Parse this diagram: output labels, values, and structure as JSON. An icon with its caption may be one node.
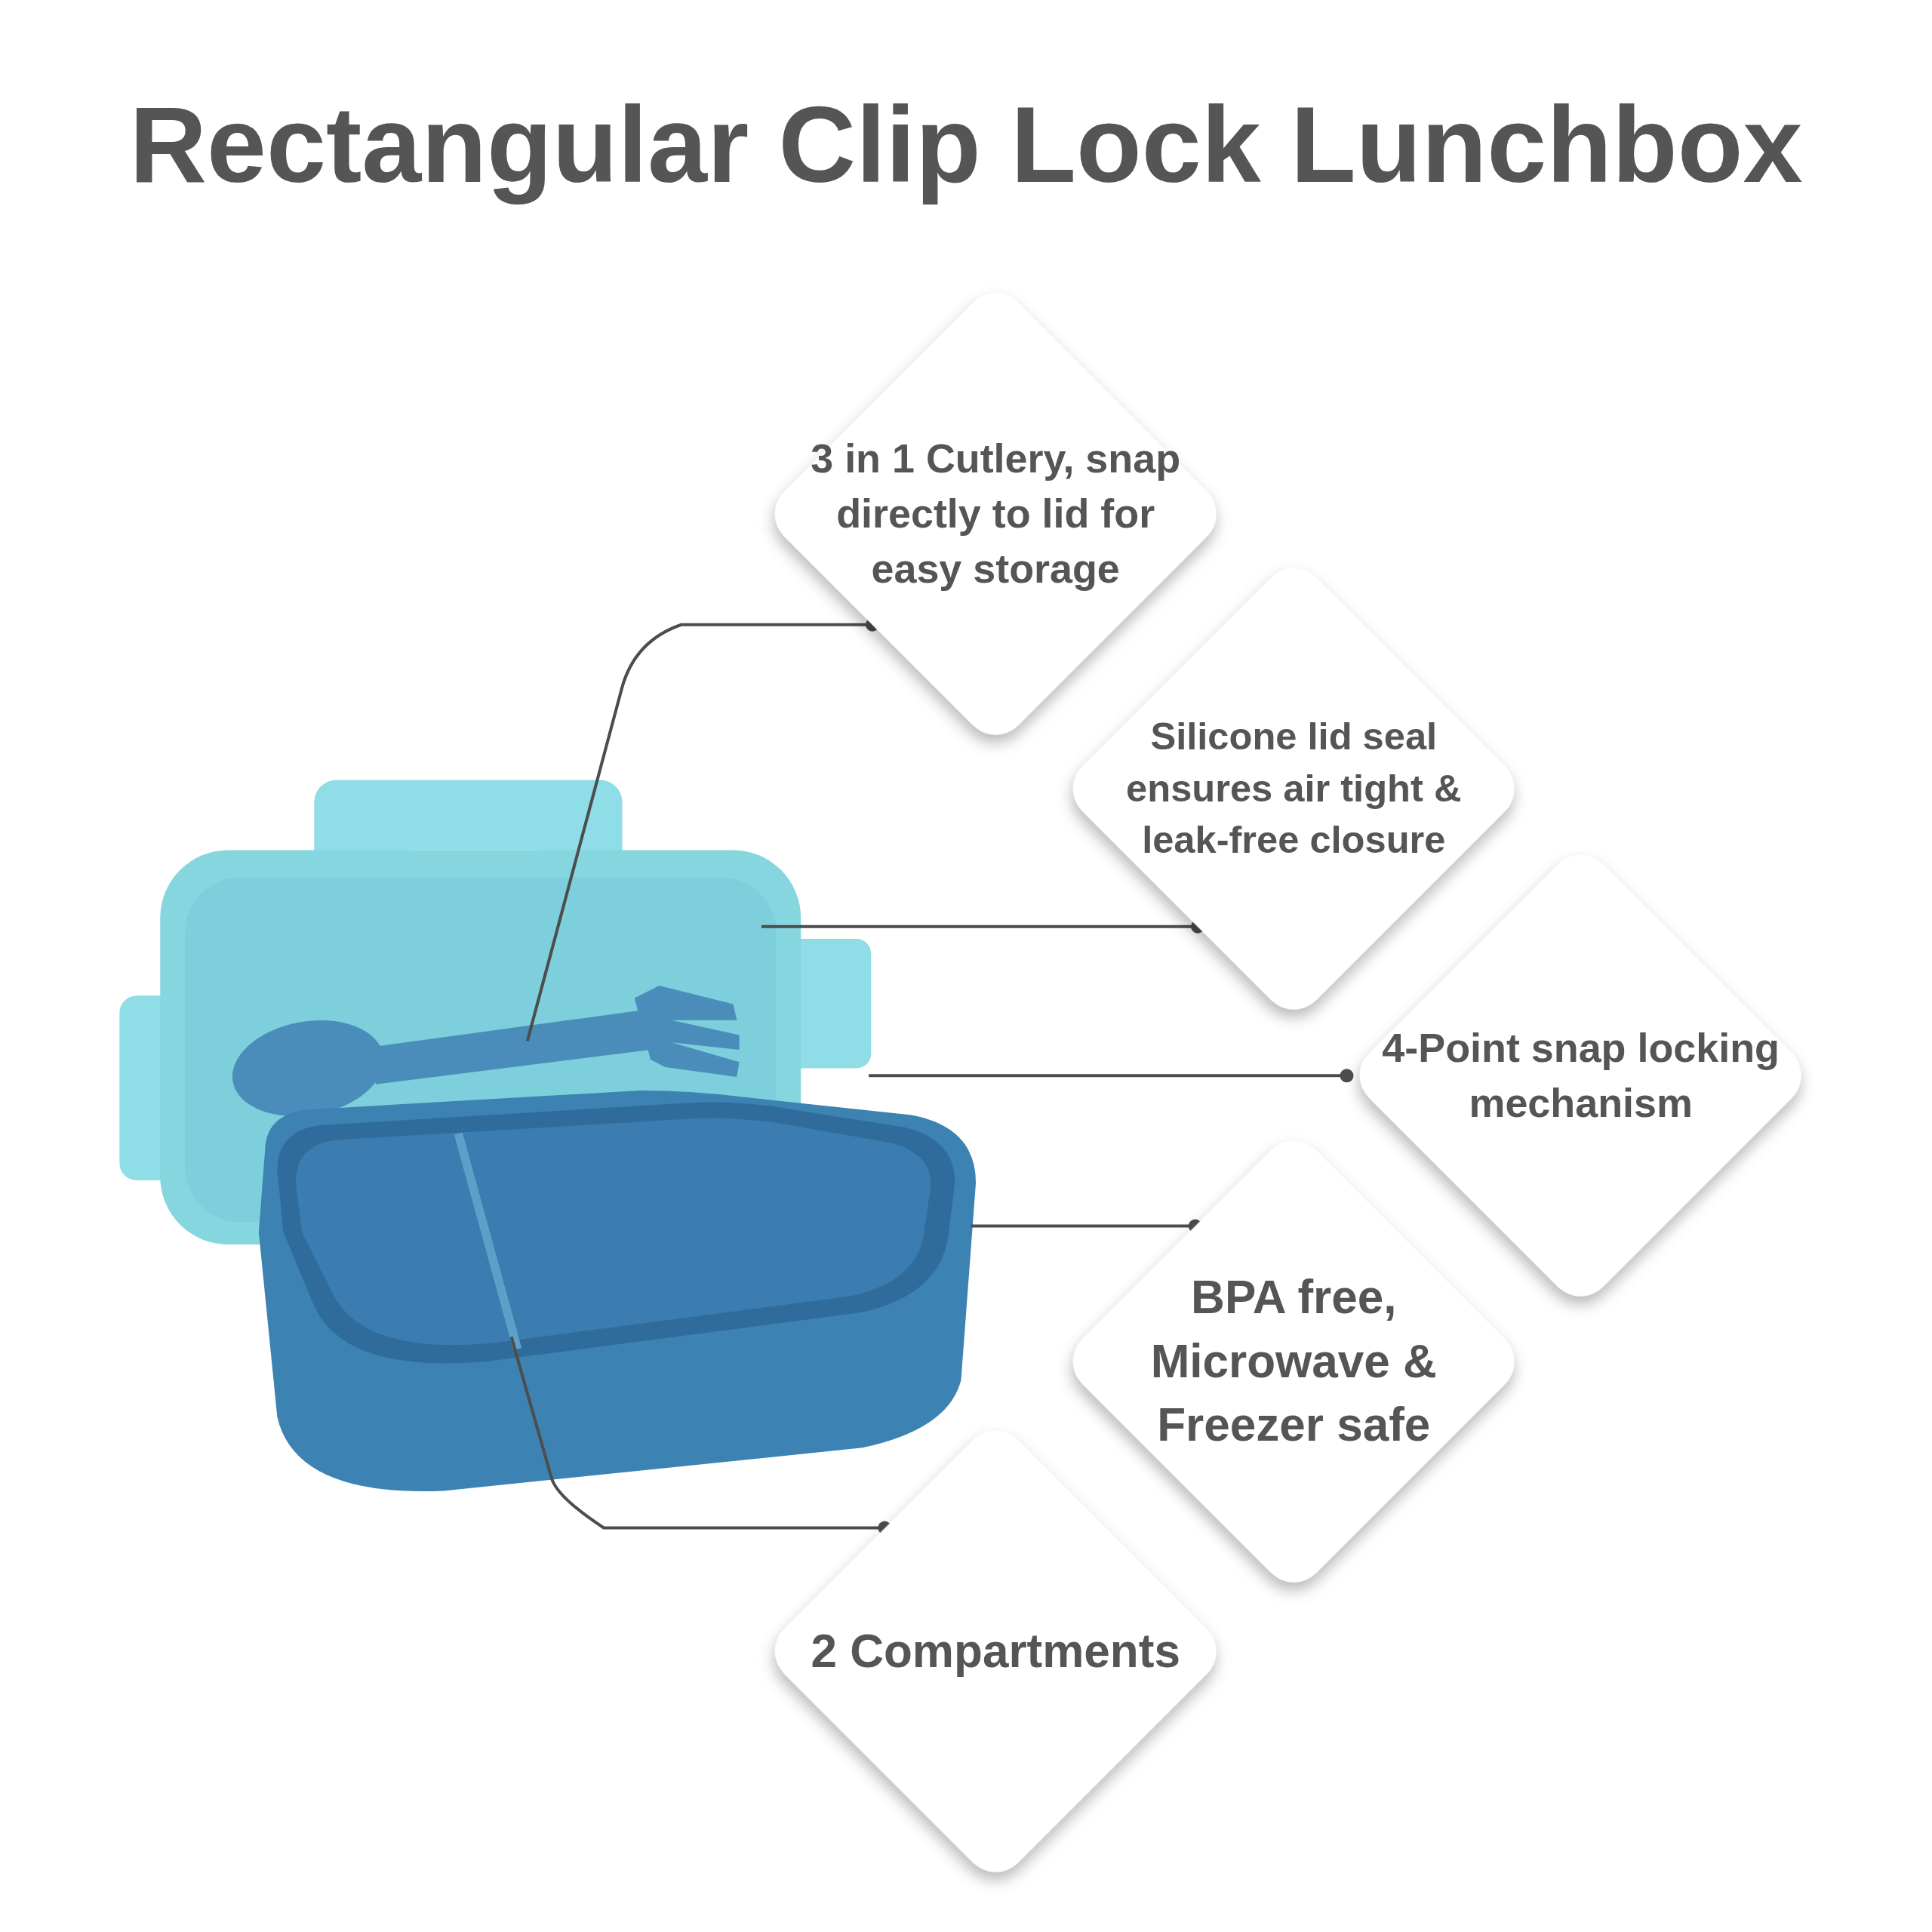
{
  "diagram": {
    "title": "Rectangular Clip Lock Lunchbox",
    "nodes": [
      {
        "text": [
          "3 in 1 Cutlery, snap directly to lid for easy storage"
        ]
      },
      {
        "text": [
          "Silicone lid seal ensures air tight & leak-free closure"
        ]
      },
      {
        "text": [
          "4-Point snap locking mechanism"
        ]
      },
      {
        "text": [
          "BPA free, Microwave & Freezer safe"
        ]
      },
      {
        "text": [
          "2 Compartments"
        ]
      }
    ],
    "edges": [
      {
        "from": 0,
        "to": null,
        "arrow": "other"
      },
      {
        "from": 1,
        "to": null,
        "arrow": "other"
      },
      {
        "from": 2,
        "to": null,
        "arrow": "other"
      },
      {
        "from": 3,
        "to": null,
        "arrow": "other"
      },
      {
        "from": 4,
        "to": null,
        "arrow": "other"
      }
    ]
  }
}
